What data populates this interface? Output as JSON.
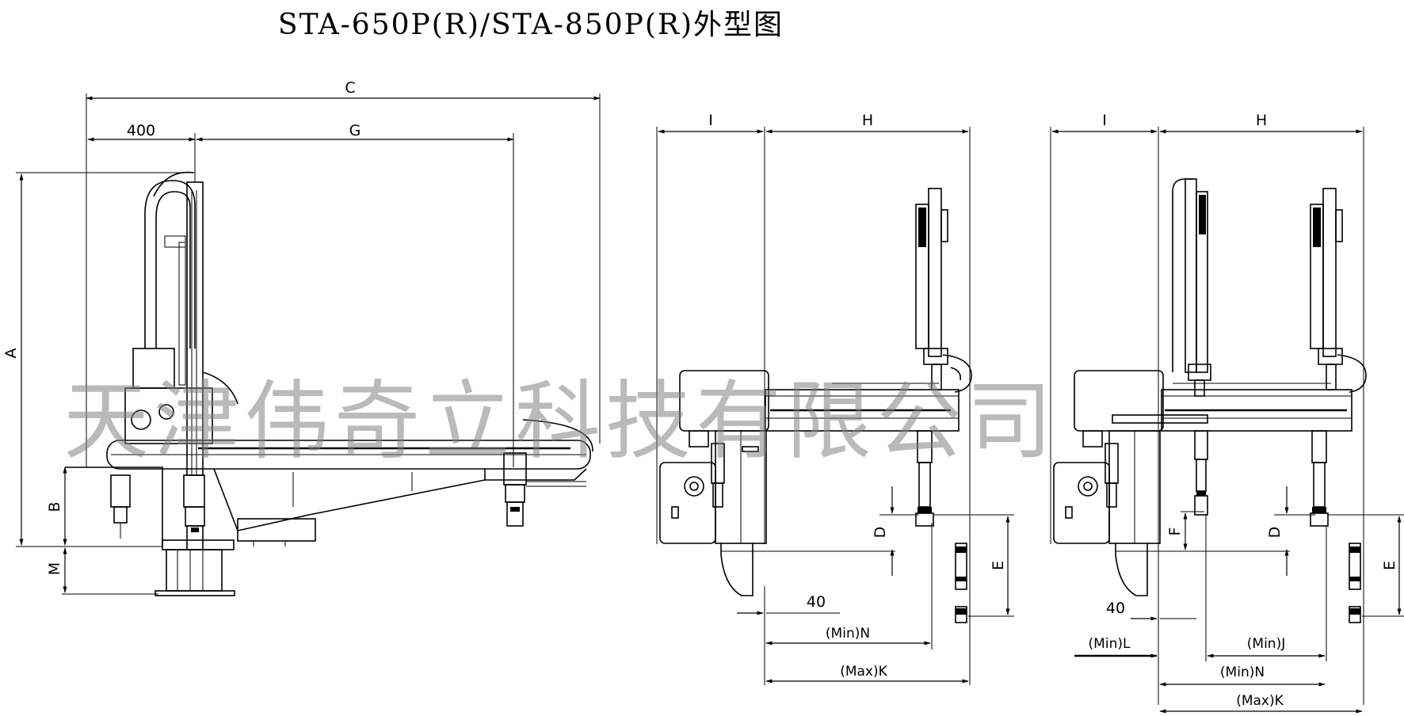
{
  "title": "STA-650P(R)/STA-850P(R)外型图",
  "watermark": "天津伟奇立科技有限公司",
  "side_view": {
    "dim_C": "C",
    "dim_400": "400",
    "dim_G": "G",
    "dim_A": "A",
    "dim_B": "B",
    "dim_M": "M"
  },
  "front_view_single": {
    "dim_I": "I",
    "dim_H": "H",
    "dim_D": "D",
    "dim_E": "E",
    "dim_40": "40",
    "min_N": "(Min)N",
    "max_K": "(Max)K"
  },
  "front_view_double": {
    "dim_I": "I",
    "dim_H": "H",
    "dim_F": "F",
    "dim_D": "D",
    "dim_E": "E",
    "dim_40": "40",
    "min_L": "(Min)L",
    "min_J": "(Min)J",
    "min_N": "(Min)N",
    "max_K": "(Max)K"
  }
}
